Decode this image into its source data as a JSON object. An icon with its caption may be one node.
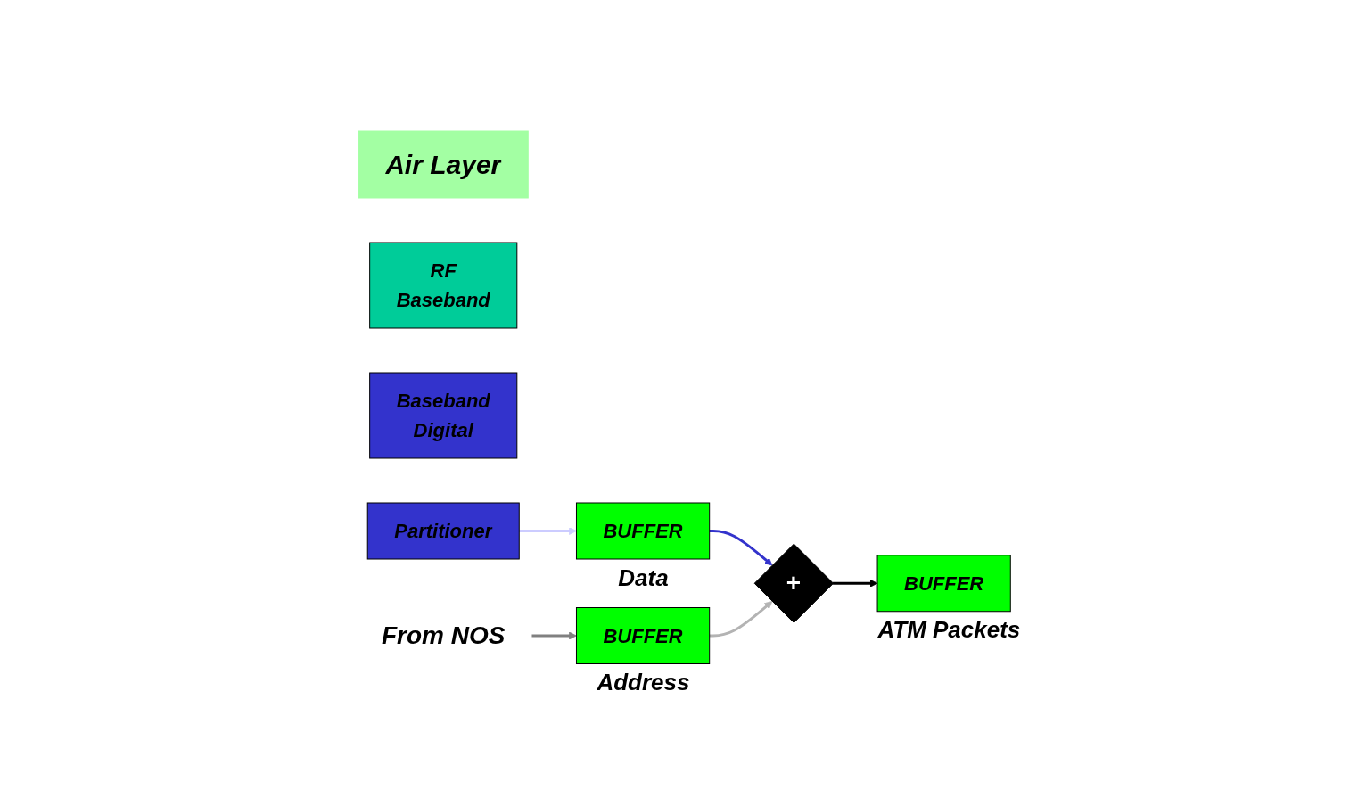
{
  "diagram": {
    "nodes": [
      {
        "text": [
          "Air Layer"
        ]
      },
      {
        "text": [
          "RF",
          "Baseband"
        ]
      },
      {
        "text": [
          "Baseband",
          "Digital"
        ]
      },
      {
        "text": [
          "Partitioner"
        ]
      },
      {
        "text": [
          "BUFFER"
        ],
        "beside": [
          "Data"
        ]
      },
      {
        "text": [
          "+"
        ]
      },
      {
        "text": [
          "BUFFER"
        ],
        "beside": [
          "Address"
        ]
      },
      {
        "text": [
          "BUFFER"
        ],
        "beside": [
          "ATM Packets"
        ]
      },
      {
        "text": [
          "From NOS"
        ]
      }
    ],
    "edges": [
      {
        "from": 3,
        "to": 4,
        "arrow": "to",
        "color": "#ccccff"
      },
      {
        "from": 4,
        "to": 5,
        "arrow": "to",
        "color": "#3333cc"
      },
      {
        "from": 6,
        "to": 5,
        "arrow": "to",
        "color": "#b3b3b3"
      },
      {
        "from": 5,
        "to": 7,
        "arrow": "to",
        "color": "#000000"
      },
      {
        "from": 8,
        "to": 6,
        "arrow": "to",
        "color": "#808080"
      }
    ]
  }
}
